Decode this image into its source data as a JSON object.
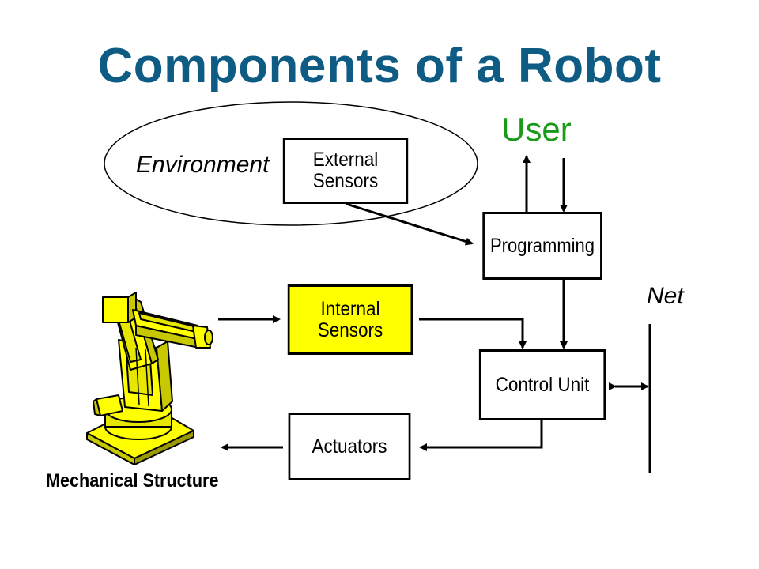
{
  "title": "Components of a Robot",
  "labels": {
    "environment": "Environment",
    "user": "User",
    "net": "Net",
    "mechanical_structure": "Mechanical Structure"
  },
  "boxes": {
    "external_sensors": "External Sensors",
    "programming": "Programming",
    "internal_sensors": "Internal Sensors",
    "control_unit": "Control Unit",
    "actuators": "Actuators"
  },
  "colors": {
    "title": "#0e5c84",
    "user": "#1a9a1a",
    "internal_sensors_fill": "#ffff00",
    "robot_fill": "#ffff00"
  }
}
